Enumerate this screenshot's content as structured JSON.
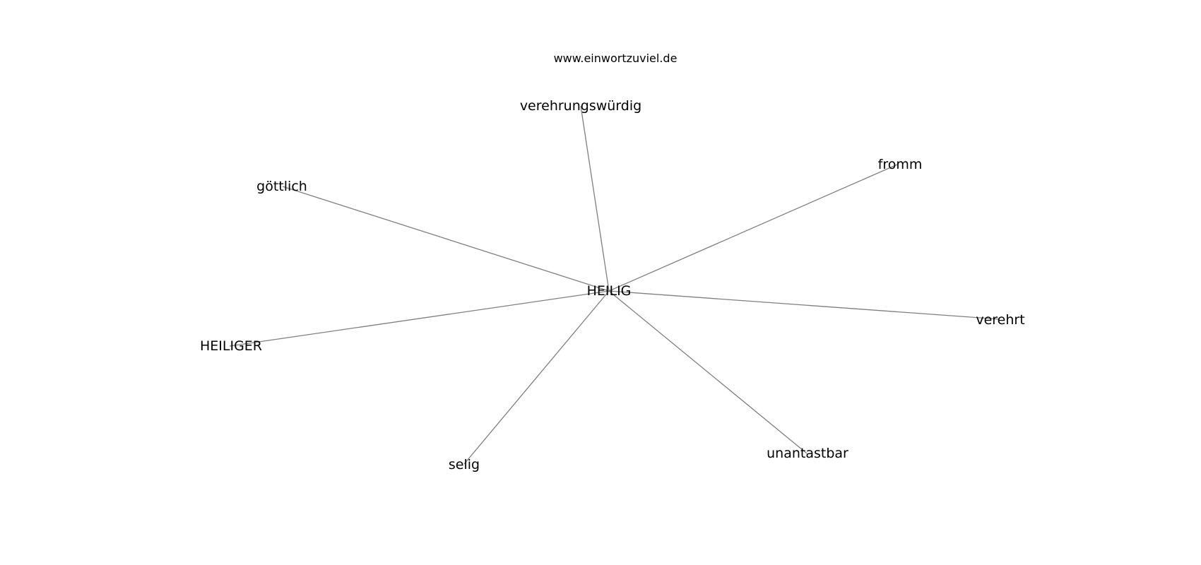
{
  "watermark": "www.einwortzuviel.de",
  "graph": {
    "center": "HEILIG",
    "neighbors": [
      "verehrungswürdig",
      "fromm",
      "göttlich",
      "verehrt",
      "HEILIGER",
      "unantastbar",
      "selig"
    ]
  }
}
